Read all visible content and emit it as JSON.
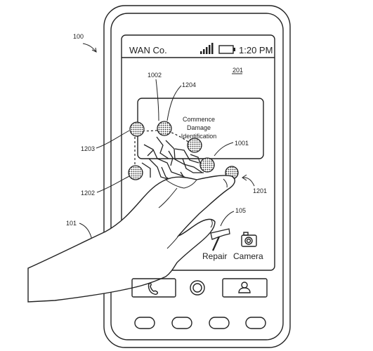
{
  "figure_refs": {
    "device": "100",
    "screen": "201",
    "hand": "101",
    "crack": "1001",
    "pattern_path": "1002",
    "start_point": "1201",
    "point_a": "1202",
    "point_b": "1203",
    "point_c": "1204",
    "app_icons": "105"
  },
  "status_bar": {
    "carrier": "WAN Co.",
    "time": "1:20 PM",
    "signal_icon": "signal-bars-icon",
    "battery_icon": "battery-icon"
  },
  "prompt_box": {
    "line1": "Commence",
    "line2": "Damage",
    "line3": "Identification"
  },
  "apps": {
    "repair_label": "Repair",
    "camera_label": "Camera",
    "repair_icon": "hammer-icon",
    "camera_icon": "camera-icon"
  },
  "dock": {
    "phone_icon": "phone-handset-icon",
    "home_icon": "home-circle-icon",
    "contacts_icon": "person-icon"
  }
}
